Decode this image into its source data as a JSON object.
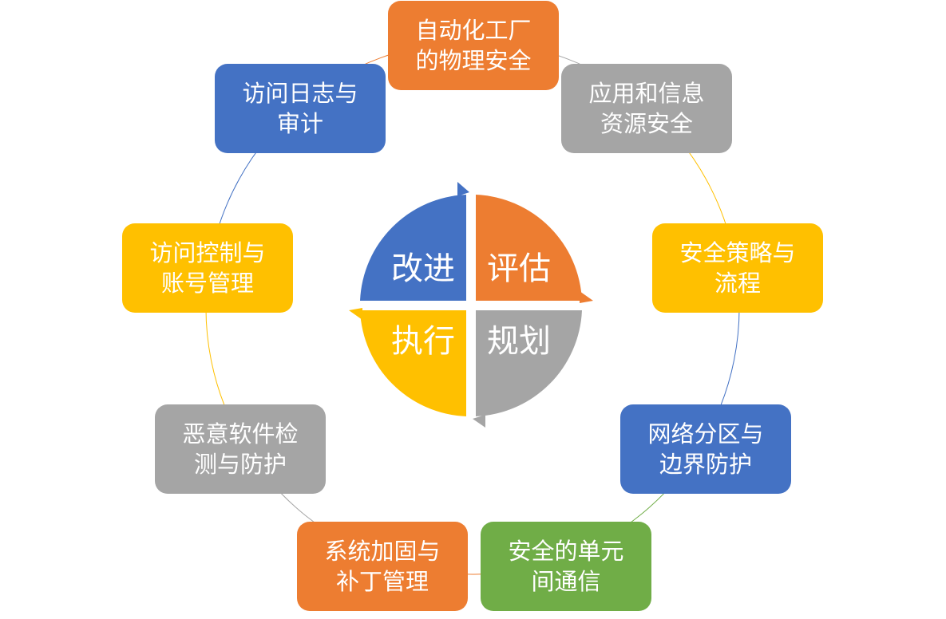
{
  "colors": {
    "orange": "#ED7D31",
    "gray": "#A5A5A5",
    "yellow": "#FFC000",
    "blue": "#4472C4",
    "green": "#70AD47",
    "text": "#FFFFFF"
  },
  "cycle": {
    "nodes": [
      {
        "id": "physical-security",
        "lines": [
          "自动化工厂",
          "的物理安全"
        ],
        "color": "orange"
      },
      {
        "id": "app-info-security",
        "lines": [
          "应用和信息",
          "资源安全"
        ],
        "color": "gray"
      },
      {
        "id": "policy-process",
        "lines": [
          "安全策略与",
          "流程"
        ],
        "color": "yellow"
      },
      {
        "id": "network-zoning",
        "lines": [
          "网络分区与",
          "边界防护"
        ],
        "color": "blue"
      },
      {
        "id": "secure-communication",
        "lines": [
          "安全的单元",
          "间通信"
        ],
        "color": "green"
      },
      {
        "id": "hardening-patch",
        "lines": [
          "系统加固与",
          "补丁管理"
        ],
        "color": "orange"
      },
      {
        "id": "malware-detection",
        "lines": [
          "恶意软件检",
          "测与防护"
        ],
        "color": "gray"
      },
      {
        "id": "access-control",
        "lines": [
          "访问控制与",
          "账号管理"
        ],
        "color": "yellow"
      },
      {
        "id": "logging-audit",
        "lines": [
          "访问日志与",
          "审计"
        ],
        "color": "blue"
      }
    ]
  },
  "center": {
    "quadrants": [
      {
        "id": "improve",
        "label": "改进",
        "color": "blue"
      },
      {
        "id": "assess",
        "label": "评估",
        "color": "orange"
      },
      {
        "id": "plan",
        "label": "规划",
        "color": "gray"
      },
      {
        "id": "execute",
        "label": "执行",
        "color": "yellow"
      }
    ]
  }
}
